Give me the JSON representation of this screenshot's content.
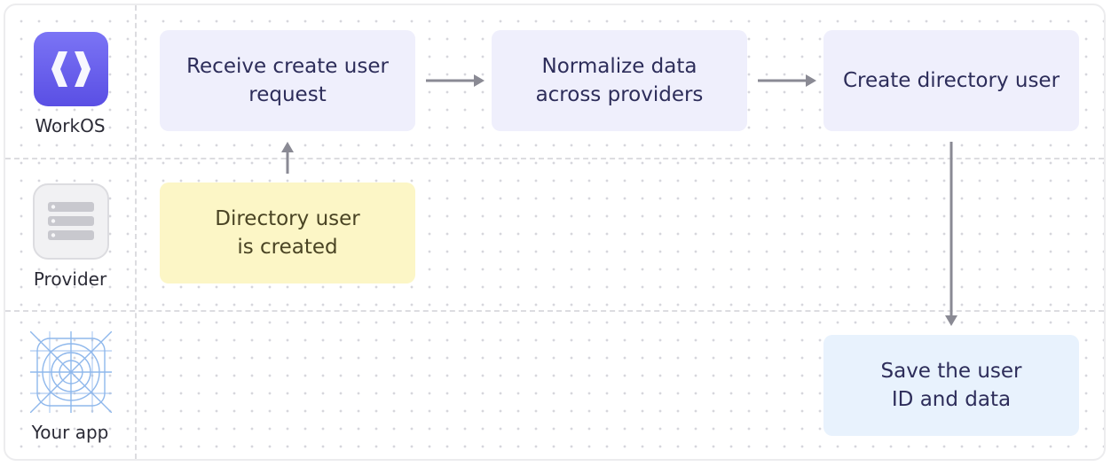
{
  "lanes": {
    "workos": {
      "label": "WorkOS",
      "icon": "workos-logo-icon"
    },
    "provider": {
      "label": "Provider",
      "icon": "server-icon"
    },
    "app": {
      "label": "Your app",
      "icon": "app-blueprint-icon"
    }
  },
  "steps": {
    "receive": {
      "line1": "Receive create user",
      "line2": "request"
    },
    "normalize": {
      "line1": "Normalize data",
      "line2": "across providers"
    },
    "create": {
      "line1": "Create directory user"
    },
    "provider_created": {
      "line1": "Directory user",
      "line2": "is created"
    },
    "save": {
      "line1": "Save the user",
      "line2": "ID and data"
    }
  },
  "colors": {
    "workos_box": "#efeffc",
    "provider_box": "#fcf6c6",
    "app_box": "#e8f2fd",
    "arrow": "#8a8a94",
    "workos_logo": "#6d63f0"
  }
}
